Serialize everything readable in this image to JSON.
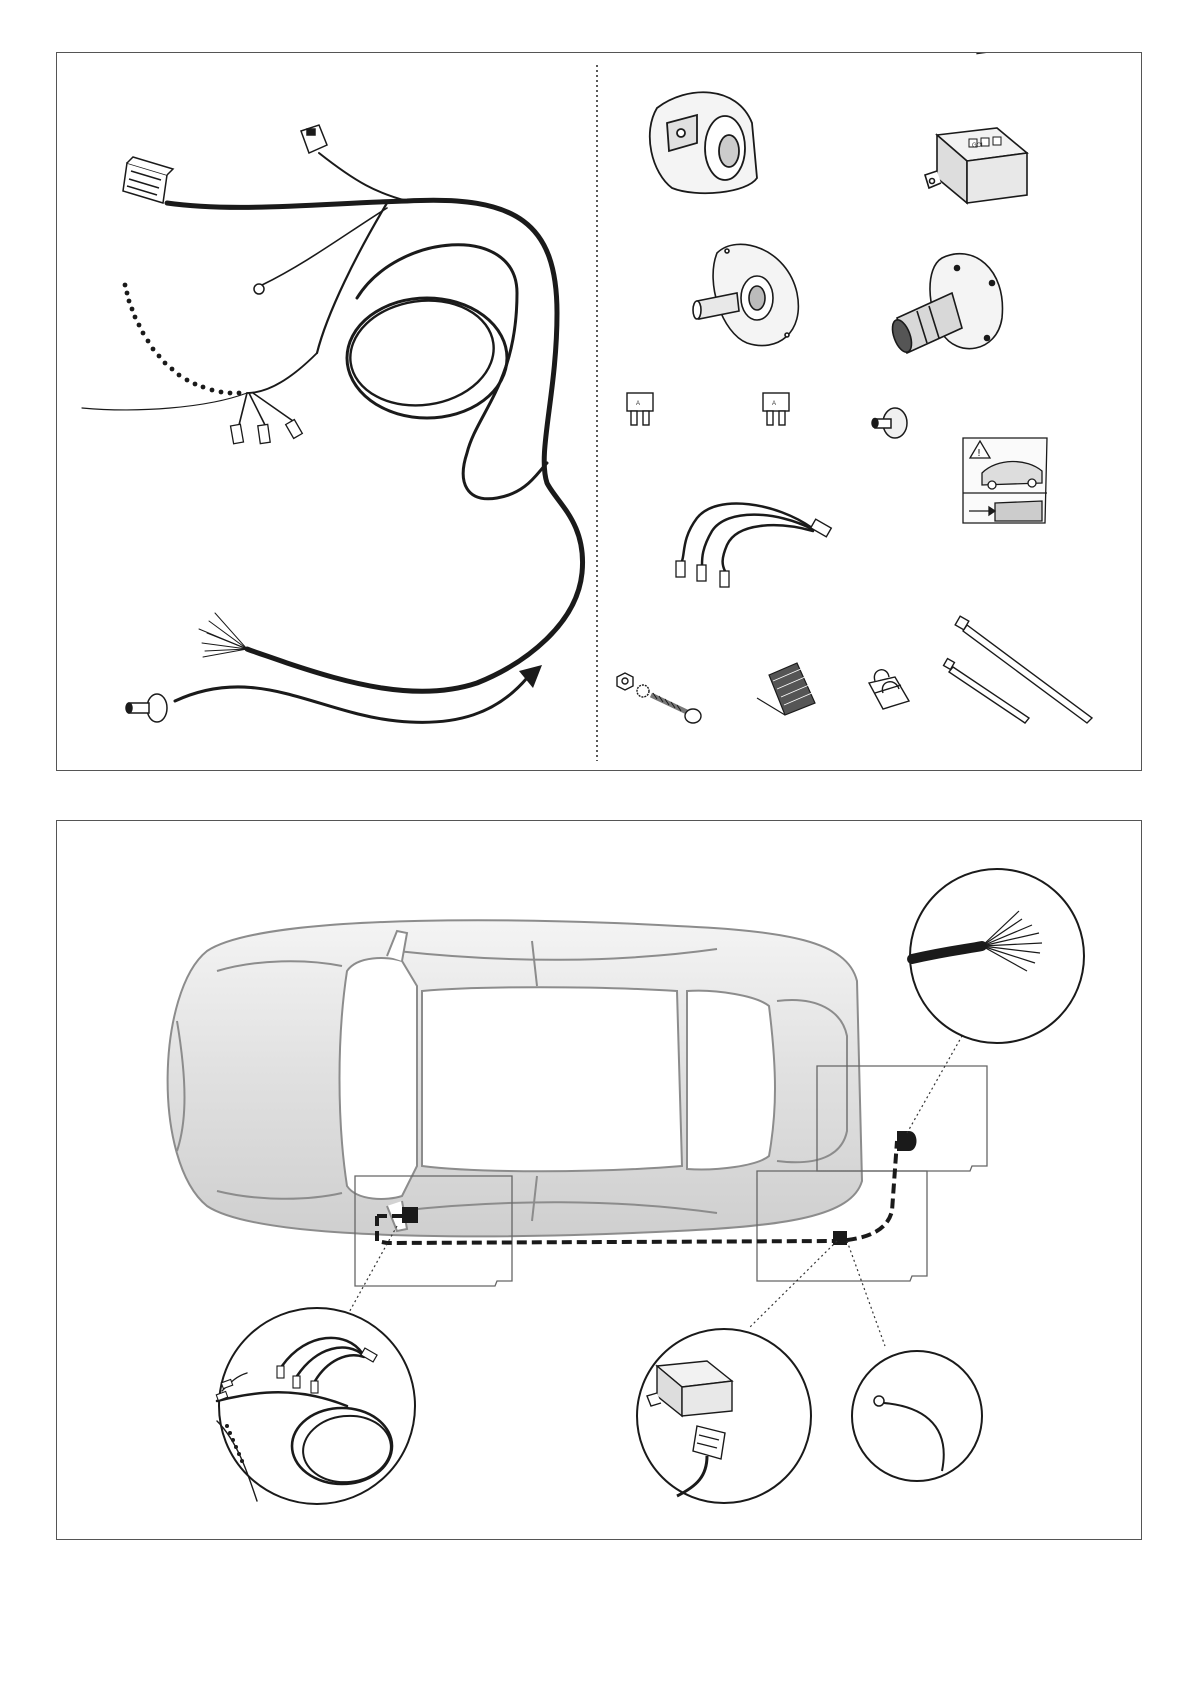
{
  "diagram": {
    "top_panel": {
      "name": "kit-contents",
      "parts": [
        "wiring-harness",
        "trailer-socket",
        "control-module",
        "socket-plate-flat",
        "socket-plate-rubber-seal",
        "fuse-1",
        "fuse-2",
        "rubber-grommet-small",
        "warning-sticker",
        "pigtail-adapter",
        "bolt-nut-washer",
        "adhesive-pad",
        "wire-clip",
        "cable-tie-1",
        "cable-tie-2"
      ],
      "fuse_label": "A",
      "module_label": "GCI"
    },
    "bottom_panel": {
      "name": "installation-overview",
      "callouts": [
        "rear-wire-bundle",
        "front-connection",
        "control-module-connector",
        "ground-terminal"
      ]
    },
    "colors": {
      "line": "#1a1a1a",
      "car_body": "#d9d9d9",
      "car_body_light": "#efefef",
      "car_outline": "#8c8c8c",
      "frame": "#555555"
    }
  }
}
